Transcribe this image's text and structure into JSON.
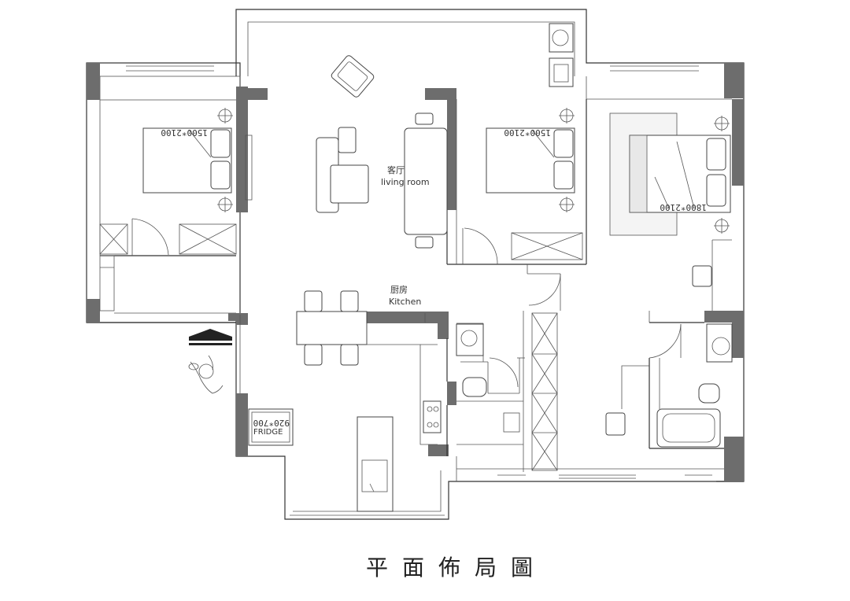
{
  "title": "平面佈局圖",
  "rooms": {
    "living": {
      "cn": "客厅",
      "en": "living room"
    },
    "kitchen": {
      "cn": "厨房",
      "en": "Kitchen"
    }
  },
  "labels": {
    "bed_left": "1500*2100",
    "bed_mid": "1500*2100",
    "bed_master": "1800*2100",
    "fridge_size": "920*700",
    "fridge": "FRIDGE"
  },
  "colors": {
    "wall_fill": "#6d6d6d",
    "line": "#333333"
  }
}
